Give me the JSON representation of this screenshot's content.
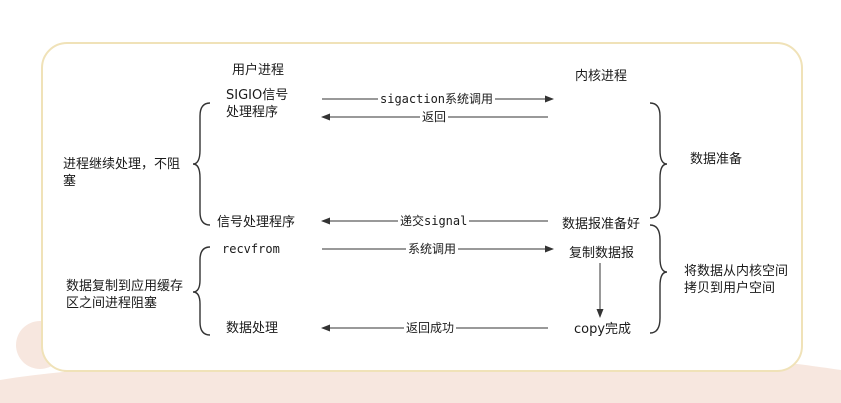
{
  "user_process": "用户进程",
  "kernel_process": "内核进程",
  "sigio_handler": "SIGIO信号\n处理程序",
  "sigaction_call": "sigaction系统调用",
  "return_label": "返回",
  "continue_no_block": "进程继续处理，不阻\n塞",
  "data_preparing": "数据准备",
  "signal_handler": "信号处理程序",
  "deliver_signal": "递交signal",
  "data_ready": "数据报准备好",
  "recvfrom": "recvfrom",
  "syscall_label": "系统调用",
  "copy_datagram": "复制数据报",
  "copy_block": "数据复制到应用缓存\n区之间进程阻塞",
  "copy_kernel_to_user": "将数据从内核空间\n拷贝到用户空间",
  "process_data": "数据处理",
  "return_success": "返回成功",
  "copy_done": "copy完成",
  "colors": {
    "frame_border": "#f0e2b8",
    "decoration": "#f7e7df",
    "line": "#333333"
  }
}
